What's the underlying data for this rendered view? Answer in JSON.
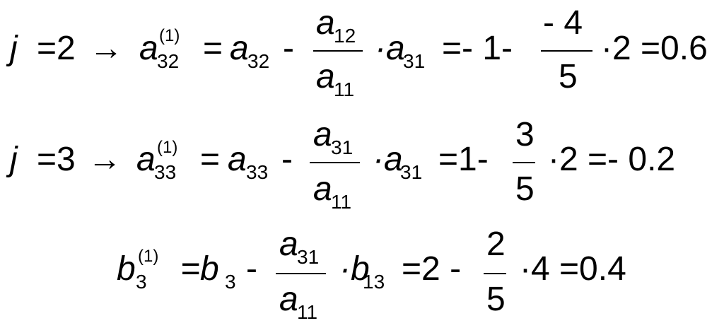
{
  "equations": [
    {
      "j": "j",
      "eq_idx": "=2",
      "arrow": "→",
      "lhs_var": "a",
      "lhs_sup": "(1)",
      "lhs_sub": "32",
      "eq1": "=",
      "a1": "a",
      "a1_sub": "32",
      "minus": "-",
      "frac_num": "a",
      "frac_num_sub": "12",
      "frac_den": "a",
      "frac_den_sub": "11",
      "dot_var": "·a",
      "dot_var_sub": "31",
      "eq2": "=- 1-",
      "nfrac_num": "- 4",
      "nfrac_den": "5",
      "tail": "·2 =0.6"
    },
    {
      "j": "j",
      "eq_idx": "=3",
      "arrow": "→",
      "lhs_var": "a",
      "lhs_sup": "(1)",
      "lhs_sub": "33",
      "eq1": "=",
      "a1": "a",
      "a1_sub": "33",
      "minus": "-",
      "frac_num": "a",
      "frac_num_sub": "31",
      "frac_den": "a",
      "frac_den_sub": "11",
      "dot_var": "·a",
      "dot_var_sub": "31",
      "eq2": "=1-",
      "nfrac_num": "3",
      "nfrac_den": "5",
      "tail": "·2 =- 0.2"
    },
    {
      "lhs_var": "b",
      "lhs_sup": "(1)",
      "lhs_sub": "3",
      "eq1": "=b",
      "a1_sub": "3",
      "minus": "-",
      "frac_num": "a",
      "frac_num_sub": "31",
      "frac_den": "a",
      "frac_den_sub": "11",
      "dot_var": "·b",
      "dot_var_sub": "13",
      "eq2": "=2 -",
      "nfrac_num": "2",
      "nfrac_den": "5",
      "tail": "·4 =0.4"
    }
  ]
}
